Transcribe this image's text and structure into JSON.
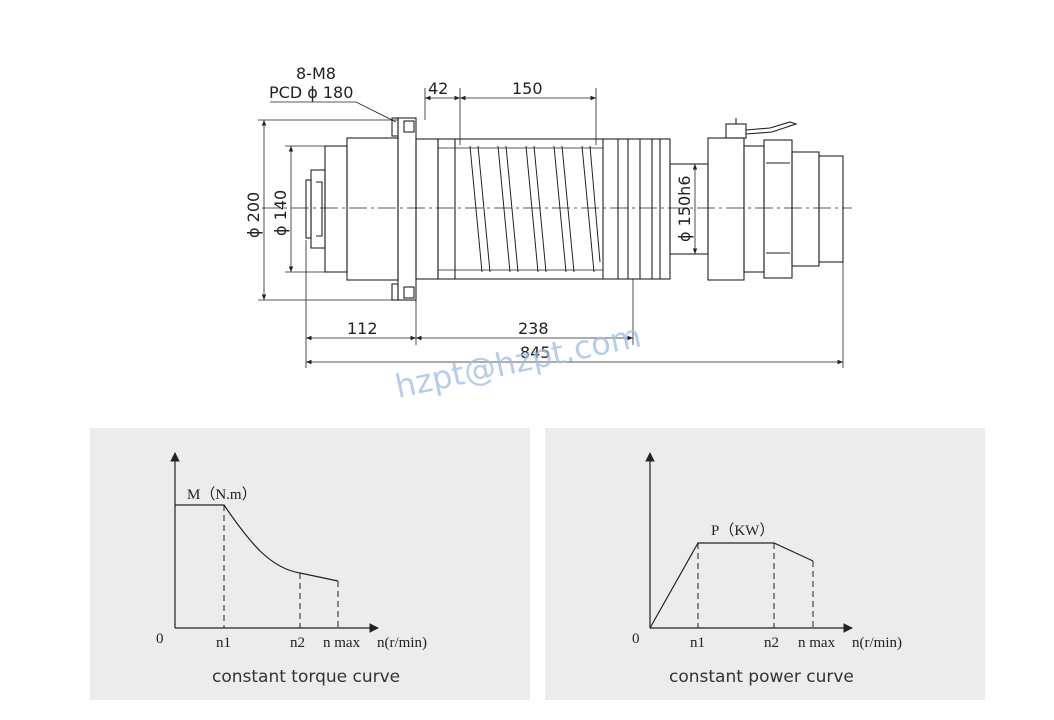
{
  "drawing": {
    "flange_callout": {
      "thread": "8-M8",
      "pcd": "PCD ϕ 180"
    },
    "dimensions": {
      "d42": "42",
      "d150": "150",
      "dia200": "ϕ 200",
      "dia140": "ϕ 140",
      "dia150h6": "ϕ 150h6",
      "d112": "112",
      "d238": "238",
      "d845": "845"
    },
    "watermark": "hzpt@hzpt.com"
  },
  "torque_chart": {
    "origin": "0",
    "ylabel": "M（N.m）",
    "xlabel": "n(r/min)",
    "ticks": [
      "n1",
      "n2",
      "n max"
    ],
    "caption": "constant torque curve"
  },
  "power_chart": {
    "origin": "0",
    "ylabel": "P（KW）",
    "xlabel": "n(r/min)",
    "ticks": [
      "n1",
      "n2",
      "n max"
    ],
    "caption": "constant power curve"
  }
}
